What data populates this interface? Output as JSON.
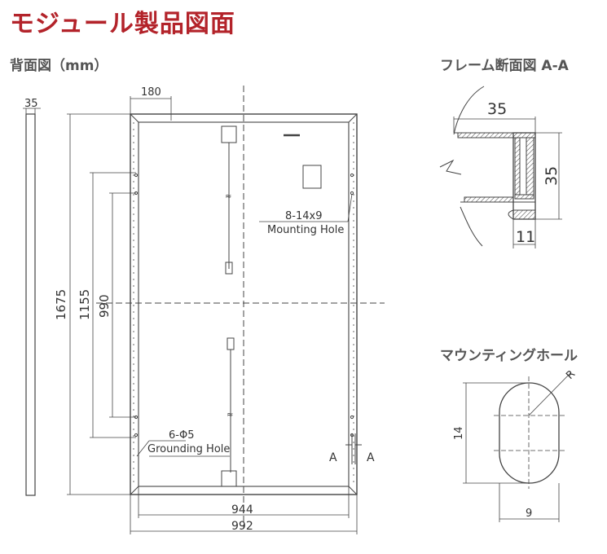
{
  "page_title": "モジュール製品図面",
  "sections": {
    "back_view": "背面図（mm）",
    "frame_section": "フレーム断面図 A-A",
    "mounting_hole": "マウンティングホール"
  },
  "back_view": {
    "dim_side_width": "35",
    "dim_hole_offset": "180",
    "dim_height": "1675",
    "dim_hole_span_outer": "1155",
    "dim_hole_span_inner": "990",
    "dim_inner_width": "944",
    "dim_outer_width": "992",
    "mounting_label_1": "8-14x9",
    "mounting_label_2": "Mounting Hole",
    "grounding_label_1": "6-Φ5",
    "grounding_label_2": "Grounding Hole",
    "section_mark_left": "A",
    "section_mark_right": "A"
  },
  "frame_section": {
    "dim_width": "35",
    "dim_height": "35",
    "dim_flange": "11"
  },
  "mounting_hole": {
    "dim_height": "14",
    "dim_width": "9",
    "radius_label": "R"
  }
}
